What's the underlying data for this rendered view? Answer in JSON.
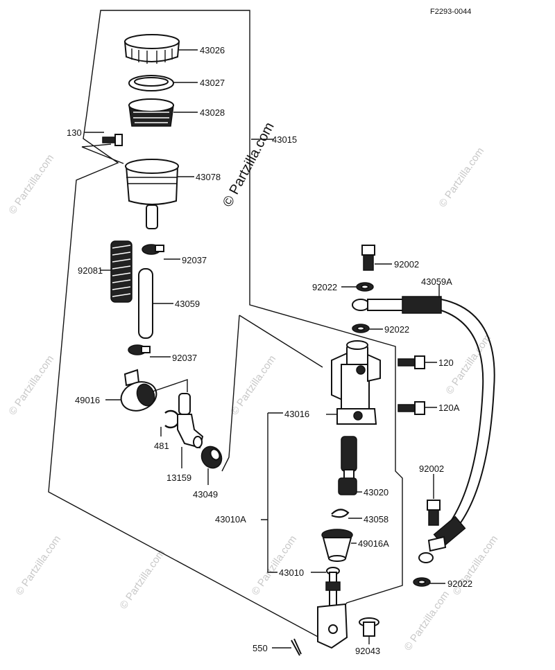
{
  "diagram": {
    "ref_code": "F2293-0044",
    "watermark": "© Partzilla.com",
    "parts": {
      "p43026": "43026",
      "p43027": "43027",
      "p43028": "43028",
      "p130": "130",
      "p43015": "43015",
      "p43078": "43078",
      "p92037a": "92037",
      "p92081": "92081",
      "p43059": "43059",
      "p92037b": "92037",
      "p49016": "49016",
      "p481": "481",
      "p13159": "13159",
      "p43049": "43049",
      "p92002a": "92002",
      "p92022a": "92022",
      "p43059a": "43059A",
      "p92022b": "92022",
      "p120": "120",
      "p120a": "120A",
      "p43016": "43016",
      "p43020": "43020",
      "p43010a": "43010A",
      "p43058": "43058",
      "p49016a": "49016A",
      "p43010": "43010",
      "p92002b": "92002",
      "p92022c": "92022",
      "p550": "550",
      "p92043": "92043"
    }
  }
}
